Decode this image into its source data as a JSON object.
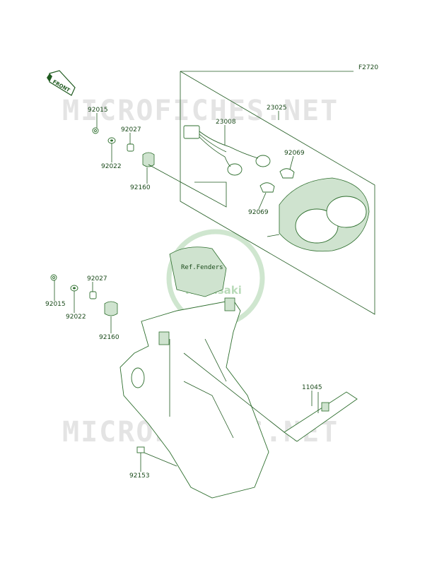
{
  "figure_code": "F2720",
  "front_label": "FRONT",
  "watermark": {
    "site": "MICROFICHES.NET",
    "brand": "Kawasaki"
  },
  "reference": "Ref.Fenders",
  "parts": {
    "p92015_top": "92015",
    "p92022_top": "92022",
    "p92027_top": "92027",
    "p92160_top": "92160",
    "p23025": "23025",
    "p23008": "23008",
    "p92069_a": "92069",
    "p92069_b": "92069",
    "p92015_mid": "92015",
    "p92022_mid": "92022",
    "p92027_mid": "92027",
    "p92160_mid": "92160",
    "p11045": "11045",
    "p92153": "92153"
  }
}
